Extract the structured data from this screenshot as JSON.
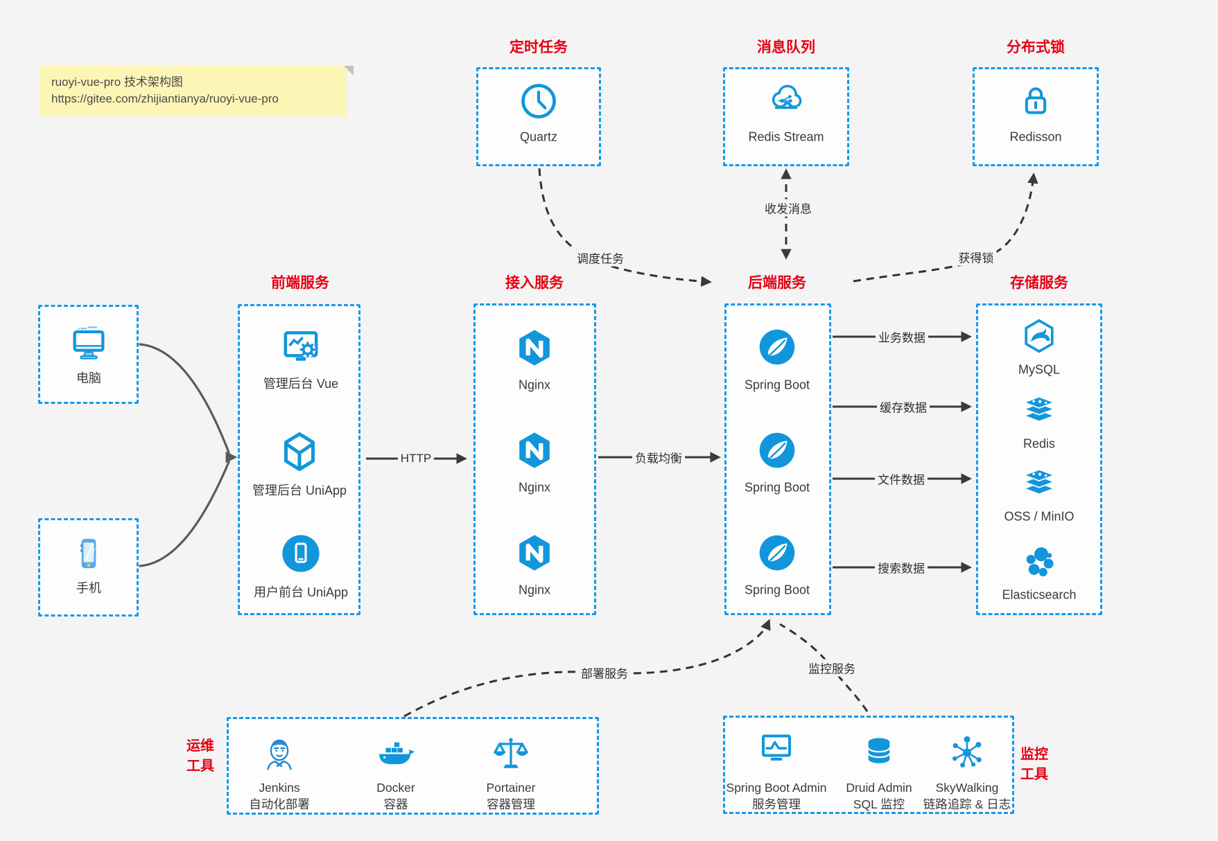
{
  "note": {
    "line1": "ruoyi-vue-pro 技术架构图",
    "line2": "https://gitee.com/zhijiantianya/ruoyi-vue-pro"
  },
  "groups": {
    "scheduler": {
      "title": "定时任务"
    },
    "mq": {
      "title": "消息队列"
    },
    "lock": {
      "title": "分布式锁"
    },
    "frontend": {
      "title": "前端服务"
    },
    "access": {
      "title": "接入服务"
    },
    "backend": {
      "title": "后端服务"
    },
    "storage": {
      "title": "存储服务"
    },
    "ops": {
      "line1": "运维",
      "line2": "工具"
    },
    "monitor": {
      "line1": "监控",
      "line2": "工具"
    }
  },
  "nodes": {
    "quartz": {
      "label": "Quartz",
      "icon": "clock-icon"
    },
    "redis_stream": {
      "label": "Redis Stream",
      "icon": "cloud-mq-icon"
    },
    "redisson": {
      "label": "Redisson",
      "icon": "lock-icon"
    },
    "pc": {
      "label": "电脑",
      "icon": "desktop-icon"
    },
    "mobile": {
      "label": "手机",
      "icon": "smartphone-icon"
    },
    "admin_vue": {
      "label": "管理后台 Vue",
      "icon": "monitor-gear-icon"
    },
    "admin_uniapp": {
      "label": "管理后台 UniApp",
      "icon": "uniapp-cube-icon"
    },
    "user_uniapp": {
      "label": "用户前台 UniApp",
      "icon": "phone-circle-icon"
    },
    "nginx": {
      "label": "Nginx",
      "icon": "nginx-hexagon-icon"
    },
    "spring": {
      "label": "Spring Boot",
      "icon": "spring-leaf-icon"
    },
    "mysql": {
      "label": "MySQL",
      "icon": "mysql-dolphin-icon"
    },
    "redis": {
      "label": "Redis",
      "icon": "redis-stack-icon"
    },
    "oss": {
      "label": "OSS / MinIO",
      "icon": "storage-stack-icon"
    },
    "es": {
      "label": "Elasticsearch",
      "icon": "elasticsearch-cluster-icon"
    },
    "jenkins": {
      "line1": "Jenkins",
      "line2": "自动化部署",
      "icon": "jenkins-butler-icon"
    },
    "docker": {
      "line1": "Docker",
      "line2": "容器",
      "icon": "docker-whale-icon"
    },
    "portainer": {
      "line1": "Portainer",
      "line2": "容器管理",
      "icon": "scales-icon"
    },
    "sba": {
      "line1": "Spring Boot Admin",
      "line2": "服务管理",
      "icon": "monitor-pulse-icon"
    },
    "druid": {
      "line1": "Druid Admin",
      "line2": "SQL 监控",
      "icon": "database-cylinder-icon"
    },
    "skywalking": {
      "line1": "SkyWalking",
      "line2": "链路追踪 & 日志",
      "icon": "node-graph-icon"
    }
  },
  "edges": {
    "schedule": "调度任务",
    "message": "收发消息",
    "acquire_lock": "获得锁",
    "http": "HTTP",
    "load_balance": "负载均衡",
    "business_data": "业务数据",
    "cache_data": "缓存数据",
    "file_data": "文件数据",
    "search_data": "搜索数据",
    "deploy": "部署服务",
    "monitoring": "监控服务"
  },
  "colors": {
    "accent_blue": "#1296db",
    "border_blue": "#1499ea",
    "title_red": "#e60012",
    "note_bg": "#fbf6b5",
    "arrow_dark": "#3a3a3a"
  }
}
